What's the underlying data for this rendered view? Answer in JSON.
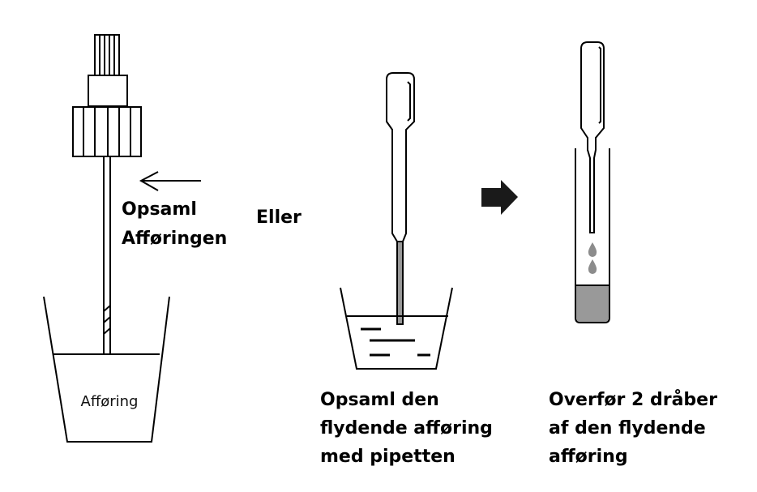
{
  "step1": {
    "instruction_lines": [
      "Opsaml",
      "Afføringen"
    ],
    "cup_label": "Afføring",
    "arrow_icon": "left-arrow-icon"
  },
  "or_label": "Eller",
  "step2": {
    "caption_lines": [
      "Opsaml den",
      "flydende afføring",
      "med pipetten"
    ]
  },
  "next_arrow_icon": "right-block-arrow-icon",
  "step3": {
    "caption_lines": [
      "Overfør 2 dråber",
      "af den flydende",
      "afføring"
    ]
  },
  "colors": {
    "liquid": "#999999",
    "arrow": "#1a1a1a",
    "drop": "#8c8c8c"
  }
}
